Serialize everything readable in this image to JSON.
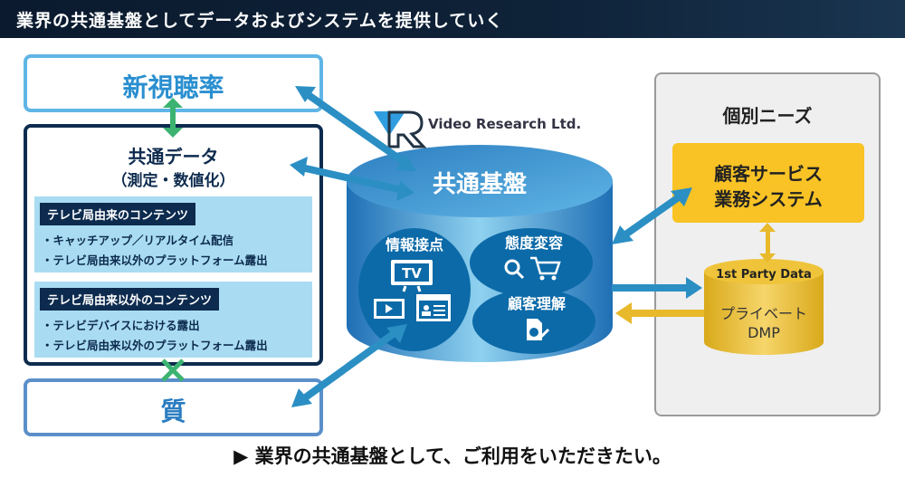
{
  "header": {
    "title": "業界の共通基盤としてデータおよびシステムを提供していく"
  },
  "left": {
    "top_label": "新視聴率",
    "center_title": "共通データ",
    "center_subtitle": "（測定・数値化）",
    "panel1": {
      "heading": "テレビ局由来のコンテンツ",
      "items": [
        "・キャッチアップ／リアルタイム配信",
        "・テレビ局由来以外のプラットフォーム露出"
      ]
    },
    "panel2": {
      "heading": "テレビ局由来以外のコンテンツ",
      "items": [
        "・テレビデバイスにおける露出",
        "・テレビ局由来以外のプラットフォーム露出"
      ]
    },
    "bottom_label": "質"
  },
  "center": {
    "logo": "Video Research Ltd.",
    "cylinder_title": "共通基盤",
    "circle_touchpoints": "情報接点",
    "touchpoint_tv": "TV",
    "circle_attitude": "態度変容",
    "circle_understanding": "顧客理解"
  },
  "right": {
    "title": "個別ニーズ",
    "system_line1": "顧客サービス",
    "system_line2": "業務システム",
    "db_top": "1st Party Data",
    "db_line1": "プライベート",
    "db_line2": "DMP"
  },
  "footer": {
    "text": "▶ 業界の共通基盤として、ご利用をいただきたい。"
  },
  "colors": {
    "header_bg": "#0e2238",
    "light_blue": "#5fb5e6",
    "navy": "#0d2b4e",
    "panel_bg": "#a9dcf3",
    "arrow_blue": "#2b8fc4",
    "arrow_green": "#3cb371",
    "yellow": "#f9c325",
    "db_gold": "#e8b92a"
  }
}
